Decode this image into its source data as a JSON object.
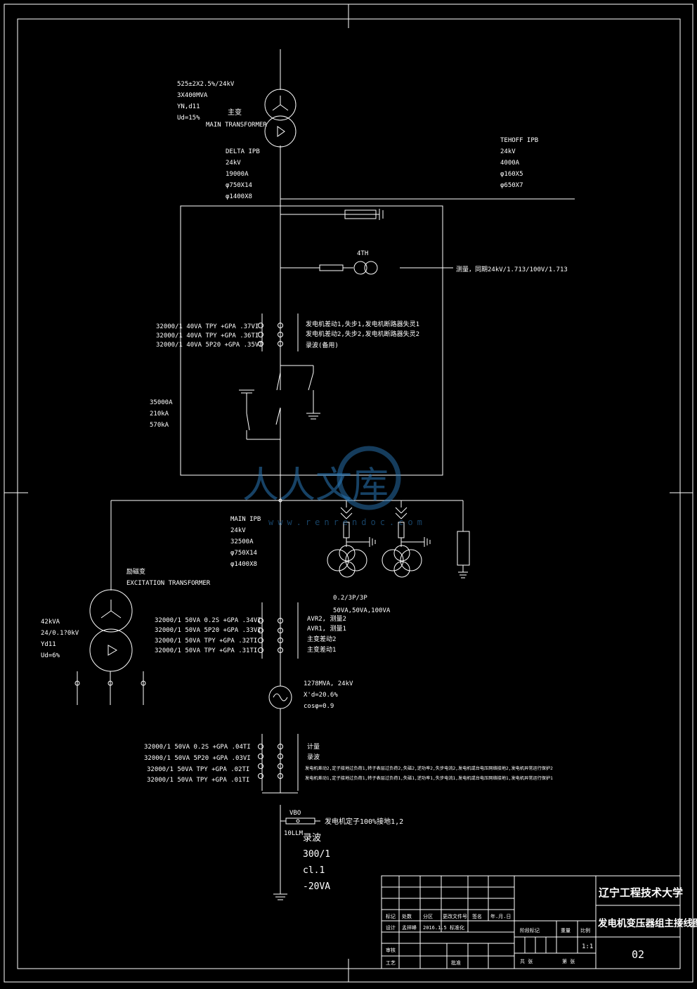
{
  "main_transformer": {
    "specs": [
      "525±2X2.5%/24kV",
      "3X400MVA",
      "YN,d11",
      "Ud=15%"
    ],
    "name_cn": "主变",
    "name_en": "MAIN TRANSFORMER"
  },
  "delta_ipb": {
    "lines": [
      "DELTA IPB",
      "24kV",
      "19000A",
      "φ750X14",
      "φ1400X8"
    ]
  },
  "tehoff_ipb": {
    "lines": [
      "TEHOFF IPB",
      "24kV",
      "4000A",
      "φ160X5",
      "φ650X7"
    ]
  },
  "pt_4th": {
    "label": "4TH",
    "note": "测量，同期24kV/1.713/100V/1.713"
  },
  "ct_group_1": {
    "left": [
      "32000/1 40VA TPY +GPA .37VI",
      "32000/1 40VA TPY +GPA .36TI",
      "32000/1 40VA 5P20 +GPA .35VI"
    ],
    "right": [
      "发电机差动1,失步1,发电机断路器失灵1",
      "发电机差动2,失步2,发电机断路器失灵2",
      "录波(备用)"
    ]
  },
  "breaker": {
    "lines": [
      "35000A",
      "210kA",
      "570kA"
    ]
  },
  "main_ipb": {
    "lines": [
      "MAIN IPB",
      "24kV",
      "32500A",
      "φ750X14",
      "φ1400X8"
    ]
  },
  "excitation_transformer": {
    "name_cn": "励磁变",
    "name_en": "EXCITATION TRANSFORMER",
    "specs": [
      "42kVA",
      "24/0.1?0kV",
      "Yd11",
      "Ud=6%"
    ]
  },
  "vt_group": {
    "lines": [
      "0.2/3P/3P",
      "50VA,50VA,100VA"
    ]
  },
  "ct_group_2": {
    "left": [
      "32000/1 50VA 0.2S +GPA .34VI",
      "32000/1 50VA 5P20 +GPA .33VI",
      "32000/1 50VA TPY +GPA .32TI",
      "32000/1 50VA TPY +GPA .31TI"
    ],
    "right": [
      "AVR2, 测量2",
      "AVR1, 测量1",
      "主变差动2",
      "主变差动1"
    ]
  },
  "generator": {
    "lines": [
      "1278MVA, 24kV",
      "X'd=20.6%",
      "cosφ=0.9"
    ]
  },
  "ct_group_3": {
    "left": [
      "32000/1 50VA 0.2S +GPA .04TI",
      "32000/1 50VA 5P20 +GPA .03VI",
      "32000/1 50VA TPY +GPA .02TI",
      "32000/1 50VA TPY +GPA .01TI"
    ],
    "right": [
      "计量",
      "录波",
      "发电机差动2,定子接地过负荷1,转子表层过负荷2,失磁2,逆功率2,失步电流2,发电机或台电压网络接地2,发电机异常运行保护2",
      "发电机差动1,定子接地过负荷1,转子表层过负荷1,失磁1,逆功率1,失步电流1,发电机或台电压网络接地1,发电机异常运行保护1"
    ]
  },
  "neutral": {
    "vbo": "VBO",
    "llm": "10LLM",
    "note": "发电机定子100%接地1,2",
    "ct_lines": [
      "录波",
      "300/1",
      "cl.1",
      "-20VA"
    ]
  },
  "watermark": {
    "text": "人人文库",
    "url": "www.renrendoc.com"
  },
  "title_block": {
    "university": "辽宁工程技术大学",
    "drawing_title": "发电机变压器组主接线图",
    "drawing_no": "02",
    "scale": "1:1",
    "row_labels": [
      "标记",
      "处数",
      "分区",
      "更改文件号",
      "签名",
      "年.月.日"
    ],
    "designer_label": "设计",
    "designer_name": "孟祥峰",
    "date": "2016.1.5",
    "std_label": "标准化",
    "review_label": "审核",
    "process_label": "工艺",
    "approve_label": "批准",
    "stage_label": "阶段标记",
    "weight_label": "重量",
    "ratio_label": "比例",
    "sheet_total": "共  张",
    "sheet_no": "第  张"
  }
}
